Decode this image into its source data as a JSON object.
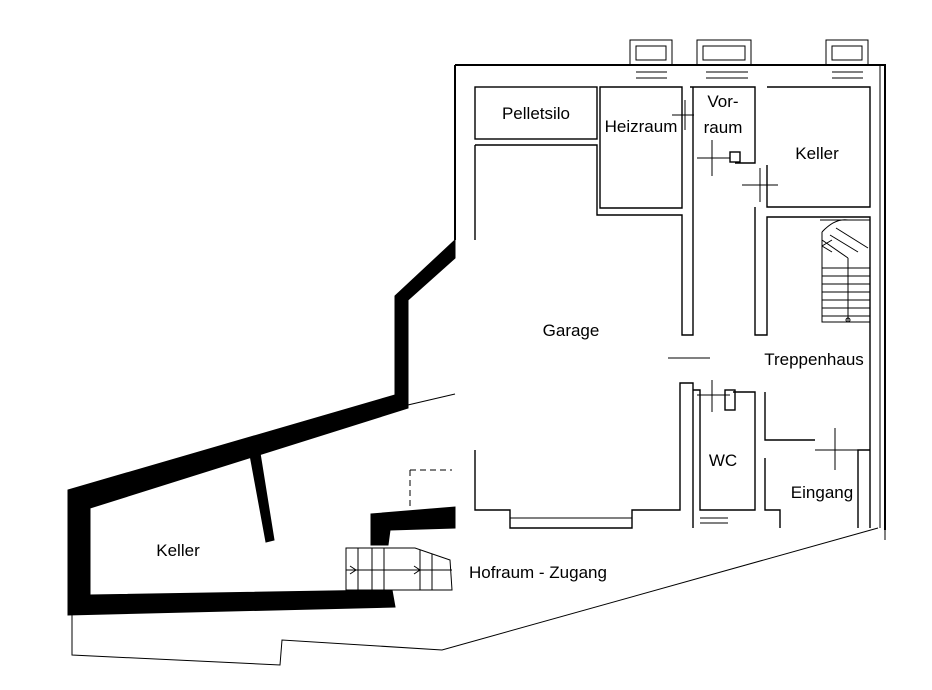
{
  "rooms": {
    "pelletsilo": "Pelletsilo",
    "heizraum": "Heizraum",
    "vorraum_line1": "Vor-",
    "vorraum_line2": "raum",
    "keller_north": "Keller",
    "garage": "Garage",
    "treppenhaus": "Treppenhaus",
    "wc": "WC",
    "eingang": "Eingang",
    "keller_west": "Keller",
    "hofraum_zugang": "Hofraum - Zugang"
  }
}
